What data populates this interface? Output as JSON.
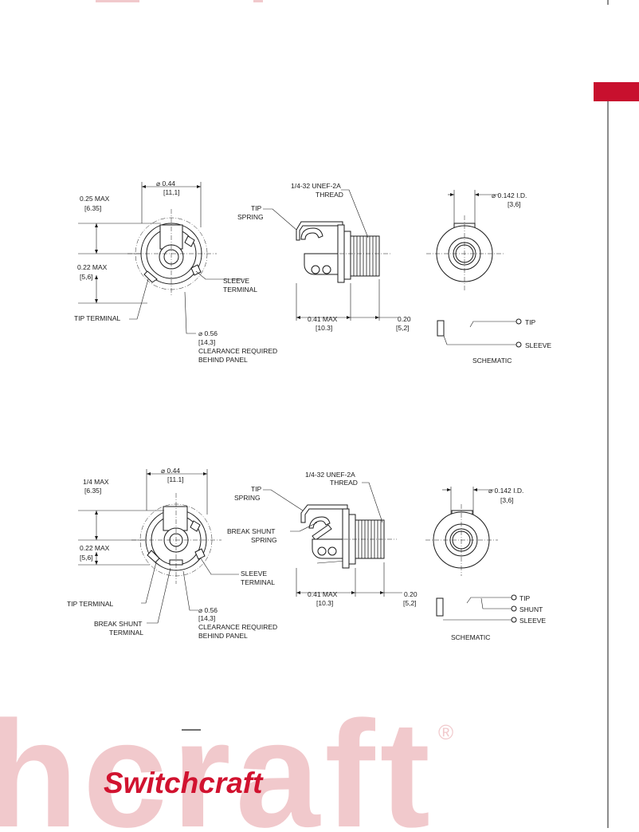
{
  "colors": {
    "accent": "#c8102e",
    "watermark": "#f1c9cc",
    "logo": "#d1122f"
  },
  "brand": {
    "logo_text": "Switchcraft",
    "watermark_text": "hcraft",
    "registered_mark": "®"
  },
  "drawing1": {
    "front_view": {
      "diameter": "⌀ 0.44",
      "diameter_mm": "[11,1]",
      "height": "0.25 MAX",
      "height_mm": "[6.35]",
      "offset": "0.22 MAX",
      "offset_mm": "[5,6]",
      "sleeve_terminal": [
        "SLEEVE",
        "TERMINAL"
      ],
      "tip_terminal": "TIP TERMINAL",
      "clearance_dia": "⌀ 0.56",
      "clearance_mm": "[14,3]",
      "clearance_note": [
        "CLEARANCE REQUIRED",
        "BEHIND PANEL"
      ]
    },
    "side_view": {
      "thread": [
        "1/4-32 UNEF-2A",
        "THREAD"
      ],
      "tip_spring": [
        "TIP",
        "SPRING"
      ],
      "length": "0.41 MAX",
      "length_mm": "[10.3]",
      "bushing": "0.20",
      "bushing_mm": "[5,2]"
    },
    "rear_view": {
      "id": "⌀ 0.142 I.D.",
      "id_mm": "[3,6]"
    },
    "schematic": {
      "labels": [
        "TIP",
        "SLEEVE"
      ],
      "title": "SCHEMATIC"
    }
  },
  "drawing2": {
    "front_view": {
      "diameter": "⌀ 0.44",
      "diameter_mm": "[11.1]",
      "height": "1/4 MAX",
      "height_mm": "[6.35]",
      "offset": "0.22 MAX",
      "offset_mm": "[5,6]",
      "sleeve_terminal": [
        "SLEEVE",
        "TERMINAL"
      ],
      "tip_terminal": "TIP TERMINAL",
      "break_shunt_terminal": [
        "BREAK SHUNT",
        "TERMINAL"
      ],
      "clearance_dia": "⌀ 0.56",
      "clearance_mm": "[14,3]",
      "clearance_note": [
        "CLEARANCE REQUIRED",
        "BEHIND PANEL"
      ]
    },
    "side_view": {
      "thread": [
        "1/4-32 UNEF-2A",
        "THREAD"
      ],
      "tip_spring": [
        "TIP",
        "SPRING"
      ],
      "break_shunt_spring": [
        "BREAK SHUNT",
        "SPRING"
      ],
      "length": "0.41 MAX",
      "length_mm": "[10.3]",
      "bushing": "0.20",
      "bushing_mm": "[5,2]"
    },
    "rear_view": {
      "id": "⌀ 0.142 I.D.",
      "id_mm": "[3,6]"
    },
    "schematic": {
      "labels": [
        "TIP",
        "SHUNT",
        "SLEEVE"
      ],
      "title": "SCHEMATIC"
    }
  }
}
